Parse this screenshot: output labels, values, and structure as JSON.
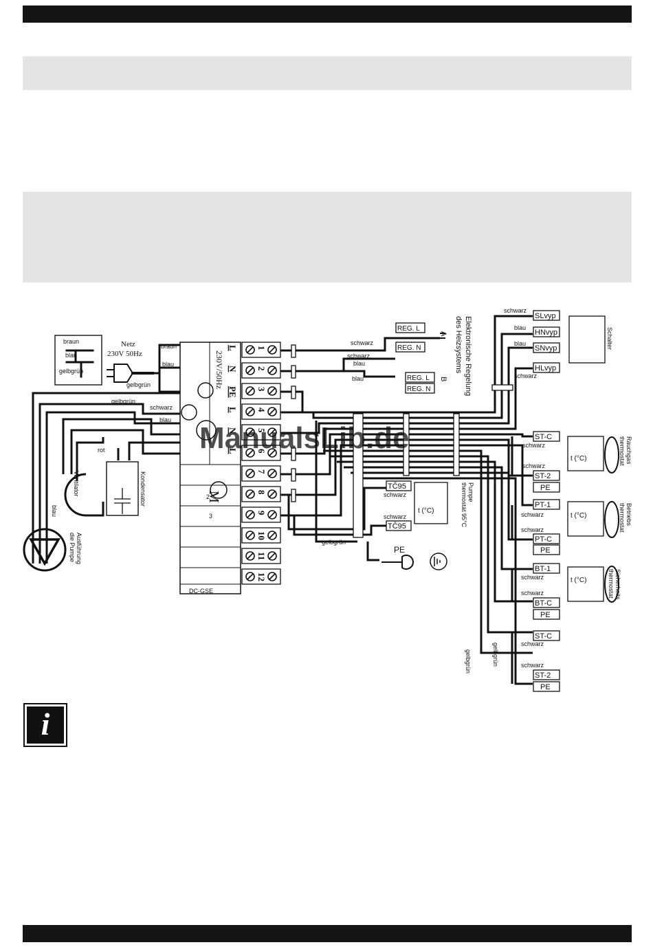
{
  "colors": {
    "bar": "#151515",
    "band": "#e4e4e4",
    "wire": "#111111",
    "watermark": "#9fb6e8"
  },
  "watermark": "ManualsLib.de",
  "terminal_block": {
    "supply_label": "230V/50Hz",
    "model_label": "DC-GSE",
    "terminals": [
      "1",
      "2",
      "3",
      "4",
      "5",
      "6",
      "7",
      "8",
      "9",
      "10",
      "11",
      "12"
    ],
    "pin_labels": [
      "L",
      "N",
      "PE",
      "L",
      "N",
      "L"
    ]
  },
  "mains": {
    "title": "Netz",
    "spec": "230V  50Hz",
    "legend": [
      "braun",
      "blau",
      "gelbgrün"
    ]
  },
  "wire_colors": {
    "braun": "braun",
    "blau": "blau",
    "gelbgruen": "gelbgrün",
    "schwarz": "schwarz",
    "rot": "rot"
  },
  "regulation": {
    "title_line1": "Elektronische Regelung",
    "title_line2": "des Heizsystems",
    "a": "A",
    "b": "B",
    "reg_a_l": "REG. L",
    "reg_a_n": "REG. N",
    "reg_b_l": "REG. L",
    "reg_b_n": "REG. N"
  },
  "switch": {
    "label": "Schalter",
    "terminals": [
      "SLvyp",
      "HNvyp",
      "SNvyp",
      "HLvyp"
    ]
  },
  "pump_thermostat": {
    "label_line1": "Pumpe",
    "label_line2": "thermostat 95°C",
    "terminal_top": "TČ95",
    "terminal_bottom": "TČ95",
    "symbol": "t (°C)"
  },
  "pe_label": "PE",
  "devices": {
    "fan": "Ventilator",
    "capacitor": "Kondensator",
    "pump_line1": "Ausführung",
    "pump_line2": "die Pumpe",
    "motor_label": "M",
    "motor_pins": [
      "2",
      "3"
    ]
  },
  "thermostats": [
    {
      "label_line1": "Rauchgas",
      "label_line2": "thermostat",
      "terminals": [
        "ST-C",
        "ST-2",
        "PE"
      ],
      "symbol": "t (°C)"
    },
    {
      "label_line1": "Betriebs",
      "label_line2": "thermostat",
      "terminals": [
        "PT-1",
        "PT-C",
        "PE"
      ],
      "symbol": "t (°C)"
    },
    {
      "label_line1": "Sicherheits",
      "label_line2": "thermostat",
      "terminals": [
        "BT-1",
        "BT-C",
        "PE"
      ],
      "symbol": "t (°C)"
    },
    {
      "label_line1": "",
      "label_line2": "",
      "terminals": [
        "ST-C",
        "ST-2",
        "PE"
      ],
      "symbol": ""
    }
  ],
  "info_icon": "i"
}
